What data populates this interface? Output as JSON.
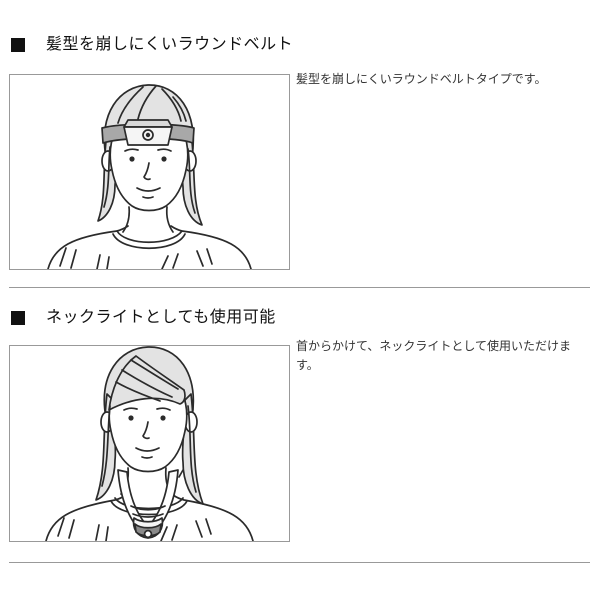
{
  "colors": {
    "background": "#ffffff",
    "text_heading": "#111111",
    "text_body": "#333333",
    "border": "#999999",
    "line_art": "#2b2b2b",
    "hair_fill": "#e3e3e3",
    "band_fill": "#a8a8a8",
    "lamp_dark": "#8a8a8a"
  },
  "icons": {
    "section_marker": "black-square"
  },
  "sections": [
    {
      "heading": "髪型を崩しにくいラウンドベルト",
      "description": "髪型を崩しにくいラウンドベルトタイプです。",
      "illustration": "person-front-view-wearing-round-belt-headlamp-on-forehead"
    },
    {
      "heading": "ネックライトとしても使用可能",
      "description": "首からかけて、ネックライトとして使用いただけます。",
      "illustration": "person-front-view-wearing-lamp-hanging-from-neck"
    }
  ]
}
